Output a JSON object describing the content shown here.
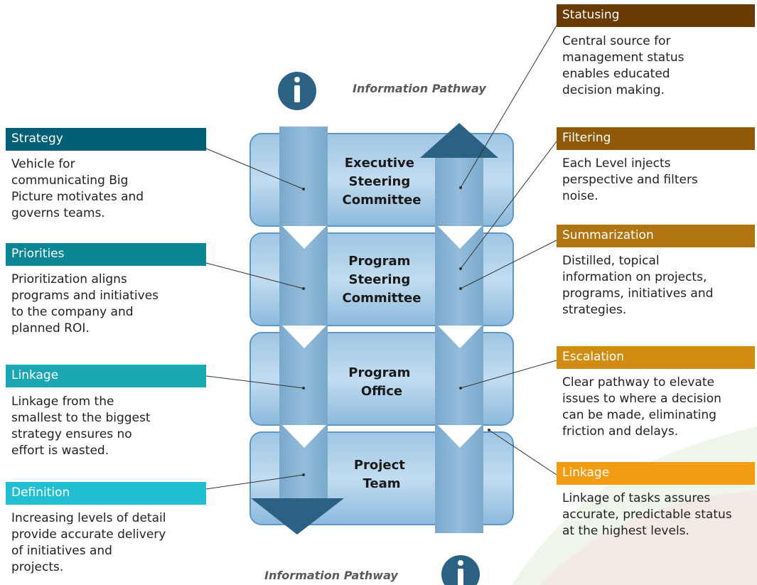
{
  "left_items": [
    {
      "header": "Strategy",
      "text": "Vehicle for\ncommunicating Big\nPicture motivates and\ngoverns teams.",
      "color": "#005f74"
    },
    {
      "header": "Priorities",
      "text": "Prioritization aligns\nprograms and initiatives\nto the company and\nplanned ROI.",
      "color": "#0c8594"
    },
    {
      "header": "Linkage",
      "text": "Linkage from the\nsmallest to the biggest\nstrategy ensures no\neffort is wasted.",
      "color": "#1aa6b2"
    },
    {
      "header": "Definition",
      "text": "Increasing levels of detail\nprovide accurate delivery\nof initiatives and\nprojects.",
      "color": "#22bfd3"
    }
  ],
  "right_items": [
    {
      "header": "Statusing",
      "text": "Central source for\nmanagement status\nenables educated\ndecision making.",
      "color": "#6a3a04"
    },
    {
      "header": "Filtering",
      "text": "Each Level injects\nperspective and filters\nnoise.",
      "color": "#8e5a08"
    },
    {
      "header": "Summarization",
      "text": "Distilled, topical\ninformation on projects,\nprograms, initiatives and\nstrategies.",
      "color": "#b07410"
    },
    {
      "header": "Escalation",
      "text": "Clear pathway to elevate\nissues to where a decision\ncan be made, eliminating\nfriction and delays.",
      "color": "#d18d12"
    },
    {
      "header": "Linkage",
      "text": "Linkage of tasks assures\naccurate, predictable status\nat the highest levels.",
      "color": "#f39b12"
    }
  ],
  "levels": [
    [
      "Executive",
      "Steering",
      "Committee"
    ],
    [
      "Program",
      "Steering",
      "Committee"
    ],
    [
      "Program",
      "Office"
    ],
    [
      "Project",
      "Team"
    ]
  ],
  "pathway_top": {
    "label": "Information Pathway",
    "icon": "info-icon"
  },
  "pathway_bottom": {
    "label": "Information Pathway",
    "icon": "info-icon"
  },
  "colors": {
    "arrow_dark": "#2b6283",
    "box_fill": "#a9cde8",
    "arrow_light": "#7faecf"
  }
}
